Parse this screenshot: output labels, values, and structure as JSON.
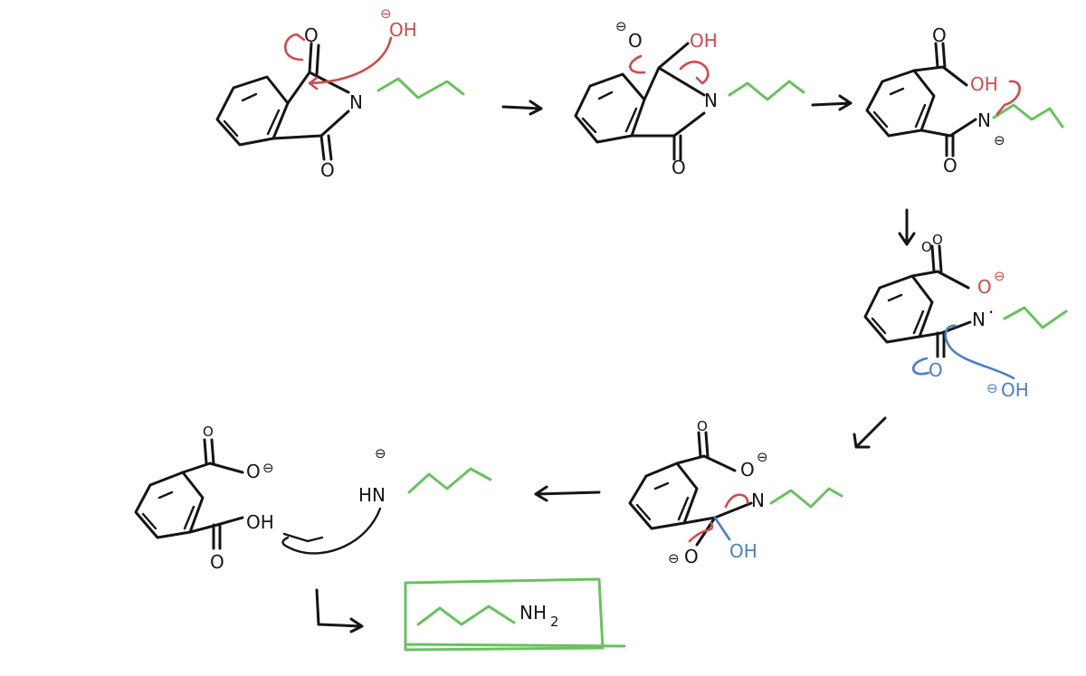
{
  "colors": {
    "ink": "#151515",
    "attack_arrow": "#d04a4a",
    "second_attack_arrow": "#4a7fc4",
    "n_alkyl_chain": "#68c25e",
    "background": "#ffffff"
  },
  "labels": {
    "atom_O": "O",
    "atom_N": "N",
    "hydroxide": "OH",
    "negative_charge": "⊖",
    "amine_HN": "HN",
    "amine_NH2": "NH",
    "subscript_2": "2",
    "lone_pair_dot": "·"
  },
  "icons": {
    "reaction_arrow": "arrow-icon",
    "curved_arrow": "curved-arrow-icon",
    "product_box": "box-icon"
  }
}
